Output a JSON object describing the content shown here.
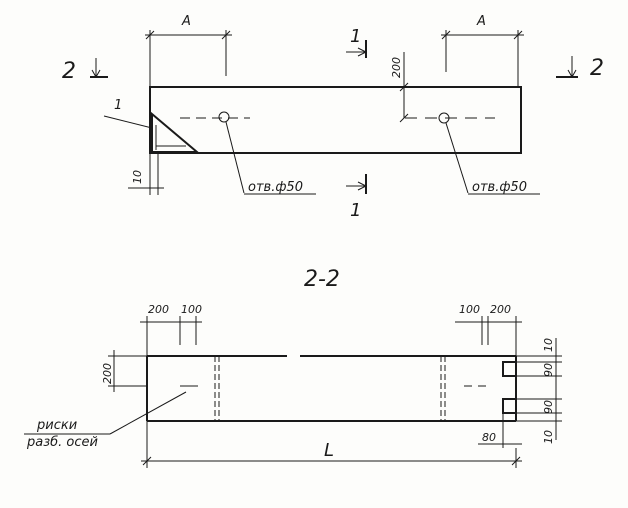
{
  "drawing": {
    "top_view": {
      "dim_a_left": "A",
      "dim_a_right": "A",
      "section_marker_left": "2",
      "section_marker_right": "2",
      "section_marker_top": "1",
      "section_marker_bottom": "1",
      "dim_200_vertical": "200",
      "callout_1": "1",
      "dim_10": "10",
      "hole_label_left": "отв.ф50",
      "hole_label_right": "отв.ф50"
    },
    "section_view": {
      "title": "2-2",
      "dim_200_left": "200",
      "dim_100_left": "100",
      "dim_100_right": "100",
      "dim_200_right": "200",
      "dim_200_height": "200",
      "dim_10_top": "10",
      "dim_90_top": "90",
      "dim_90_bottom": "90",
      "dim_10_bottom": "10",
      "dim_80": "80",
      "dim_L": "L",
      "note_line1": "риски",
      "note_line2": "разб. осей"
    }
  }
}
